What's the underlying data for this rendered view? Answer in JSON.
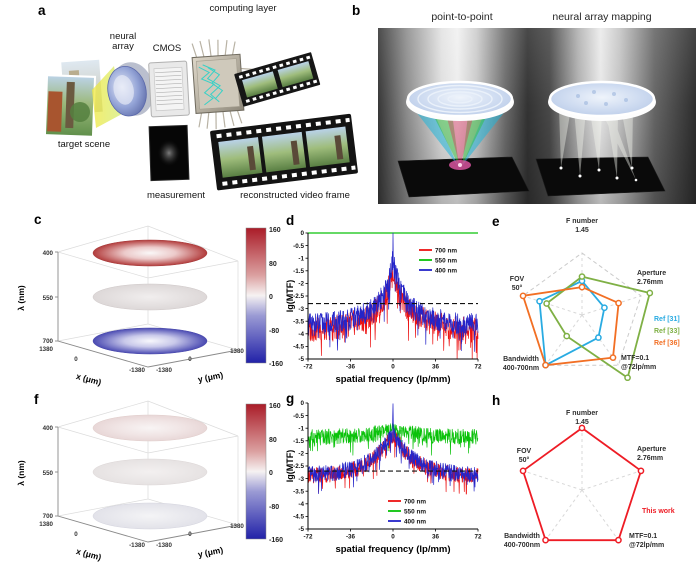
{
  "panels": {
    "a": {
      "label": "a",
      "annotations": {
        "neural_array": "neural array",
        "cmos": "CMOS",
        "computing_layer": "computing layer",
        "target_scene": "target scene",
        "measurement": "measurement",
        "reconstructed_video_frame": "reconstructed video frame"
      }
    },
    "b": {
      "label": "b",
      "left_title": "point-to-point",
      "right_title": "neural array mapping"
    },
    "c": {
      "label": "c"
    },
    "d": {
      "label": "d"
    },
    "e": {
      "label": "e"
    },
    "f": {
      "label": "f"
    },
    "g": {
      "label": "g"
    },
    "h": {
      "label": "h"
    }
  },
  "chart_data": [
    {
      "id": "c",
      "type": "3d-phase-stack",
      "zlabel": "λ (nm)",
      "xlabel": "x (μm)",
      "ylabel": "y (μm)",
      "z_ticks": [
        "400",
        "550",
        "700"
      ],
      "x_ticks": [
        "1380",
        "0",
        "-1380"
      ],
      "y_ticks": [
        "-1380",
        "0",
        "1380"
      ],
      "layers": [
        {
          "lambda_nm": 400,
          "appearance": "strong red rim, white center",
          "rim_color": "#b23c3c"
        },
        {
          "lambda_nm": 550,
          "appearance": "uniform pale gray",
          "rim_color": "#ddd8d8"
        },
        {
          "lambda_nm": 700,
          "appearance": "strong blue rim, white center",
          "rim_color": "#4a4ab2"
        }
      ],
      "colorbar": {
        "ticks": [
          "160",
          "80",
          "0",
          "-80",
          "-160"
        ],
        "top_color": "#aa1c28",
        "mid_color": "#f6f2f2",
        "bottom_color": "#2121a8"
      }
    },
    {
      "id": "d",
      "type": "line",
      "xlabel": "spatial frequency (lp/mm)",
      "ylabel": "lg(MTF)",
      "xlim": [
        -72,
        72
      ],
      "ylim": [
        -5,
        0
      ],
      "xticks": [
        -72,
        -36,
        0,
        36,
        72
      ],
      "yticks": [
        0,
        -0.5,
        -1,
        -1.5,
        -2,
        -2.5,
        -3,
        -3.5,
        -4,
        -4.5,
        -5
      ],
      "dashed_line_y": -2.8,
      "legend_position": "upper-right",
      "series": [
        {
          "name": "700 nm",
          "color": "#ec1212",
          "seed": 3,
          "noise": 0.5,
          "envelope_x": [
            -72,
            -48,
            -28,
            -14,
            -6,
            -2,
            0,
            2,
            6,
            14,
            28,
            48,
            72
          ],
          "envelope_y": [
            -3.85,
            -3.75,
            -3.5,
            -3.1,
            -2.5,
            -1.9,
            -1.55,
            -1.9,
            -2.5,
            -3.1,
            -3.5,
            -3.75,
            -3.85
          ]
        },
        {
          "name": "550 nm",
          "color": "#0ac20a",
          "seed": 1,
          "noise": 0,
          "envelope_x": [
            -72,
            72
          ],
          "envelope_y": [
            0,
            0
          ]
        },
        {
          "name": "400 nm",
          "color": "#2424c8",
          "seed": 11,
          "noise": 0.45,
          "envelope_x": [
            -72,
            -48,
            -28,
            -14,
            -6,
            -2,
            -0.5,
            0,
            0.5,
            2,
            6,
            14,
            28,
            48,
            72
          ],
          "envelope_y": [
            -3.65,
            -3.55,
            -3.3,
            -2.9,
            -2.25,
            -1.6,
            -1.1,
            -0.08,
            -1.1,
            -1.6,
            -2.25,
            -2.9,
            -3.3,
            -3.55,
            -3.65
          ]
        }
      ]
    },
    {
      "id": "e",
      "type": "radar",
      "axes": [
        [
          "F number",
          "1.45"
        ],
        [
          "Aperture",
          "2.76mm"
        ],
        [
          "MTF=0.1",
          "@72lp/mm"
        ],
        [
          "Bandwidth",
          "400-700nm"
        ],
        [
          "FOV",
          "50°"
        ]
      ],
      "max": 1,
      "series": [
        {
          "name": "Ref [31]",
          "color": "#29abe2",
          "values": [
            0.55,
            0.38,
            0.45,
            1.0,
            0.72
          ]
        },
        {
          "name": "Ref [33]",
          "color": "#7fb045",
          "values": [
            0.62,
            1.15,
            1.25,
            0.42,
            0.6
          ]
        },
        {
          "name": "Ref [36]",
          "color": "#f26f24",
          "values": [
            0.45,
            0.62,
            0.85,
            1.0,
            1.0
          ]
        }
      ]
    },
    {
      "id": "f",
      "type": "3d-phase-stack",
      "zlabel": "λ (nm)",
      "xlabel": "x (μm)",
      "ylabel": "y (μm)",
      "z_ticks": [
        "400",
        "550",
        "700"
      ],
      "x_ticks": [
        "1380",
        "0",
        "-1380"
      ],
      "y_ticks": [
        "-1380",
        "0",
        "1380"
      ],
      "layers": [
        {
          "lambda_nm": 400,
          "appearance": "near-zero phase, very pale pink",
          "rim_color": "#e9d8d8"
        },
        {
          "lambda_nm": 550,
          "appearance": "near-zero phase, pale gray",
          "rim_color": "#e6e2e2"
        },
        {
          "lambda_nm": 700,
          "appearance": "near-zero phase, pale gray",
          "rim_color": "#e3e3ea"
        }
      ],
      "colorbar": {
        "ticks": [
          "160",
          "80",
          "0",
          "-80",
          "-160"
        ],
        "top_color": "#aa1c28",
        "mid_color": "#f6f2f2",
        "bottom_color": "#2121a8"
      }
    },
    {
      "id": "g",
      "type": "line",
      "xlabel": "spatial frequency (lp/mm)",
      "ylabel": "lg(MTF)",
      "xlim": [
        -72,
        72
      ],
      "ylim": [
        -5,
        0
      ],
      "xticks": [
        -72,
        -36,
        0,
        36,
        72
      ],
      "yticks": [
        0,
        -0.5,
        -1,
        -1.5,
        -2,
        -2.5,
        -3,
        -3.5,
        -4,
        -4.5,
        -5
      ],
      "dashed_line_y": -2.7,
      "legend_position": "lower-center",
      "series": [
        {
          "name": "700 nm",
          "color": "#ec1212",
          "seed": 5,
          "noise": 0.32,
          "envelope_x": [
            -72,
            -48,
            -30,
            -16,
            -8,
            -3,
            0,
            3,
            8,
            16,
            30,
            48,
            72
          ],
          "envelope_y": [
            -2.9,
            -2.8,
            -2.6,
            -2.2,
            -1.8,
            -1.45,
            -1.3,
            -1.45,
            -1.8,
            -2.2,
            -2.6,
            -2.8,
            -2.9
          ]
        },
        {
          "name": "550 nm",
          "color": "#0ac20a",
          "seed": 9,
          "noise": 0.3,
          "envelope_x": [
            -72,
            -30,
            0,
            30,
            72
          ],
          "envelope_y": [
            -1.35,
            -1.3,
            -1.1,
            -1.3,
            -1.35
          ]
        },
        {
          "name": "400 nm",
          "color": "#2424c8",
          "seed": 17,
          "noise": 0.32,
          "envelope_x": [
            -72,
            -48,
            -30,
            -16,
            -8,
            -3,
            -0.5,
            0,
            0.5,
            3,
            8,
            16,
            30,
            48,
            72
          ],
          "envelope_y": [
            -2.85,
            -2.75,
            -2.55,
            -2.15,
            -1.75,
            -1.4,
            -1.2,
            -0.08,
            -1.2,
            -1.4,
            -1.75,
            -2.15,
            -2.55,
            -2.75,
            -2.85
          ]
        }
      ]
    },
    {
      "id": "h",
      "type": "radar",
      "axes": [
        [
          "F number",
          "1.45"
        ],
        [
          "Aperture",
          "2.76mm"
        ],
        [
          "MTF=0.1",
          "@72lp/mm"
        ],
        [
          "Bandwidth",
          "400-700nm"
        ],
        [
          "FOV",
          "50°"
        ]
      ],
      "max": 1,
      "series": [
        {
          "name": "This work",
          "color": "#ee1c25",
          "values": [
            1,
            1,
            1,
            1,
            1
          ]
        }
      ]
    }
  ]
}
